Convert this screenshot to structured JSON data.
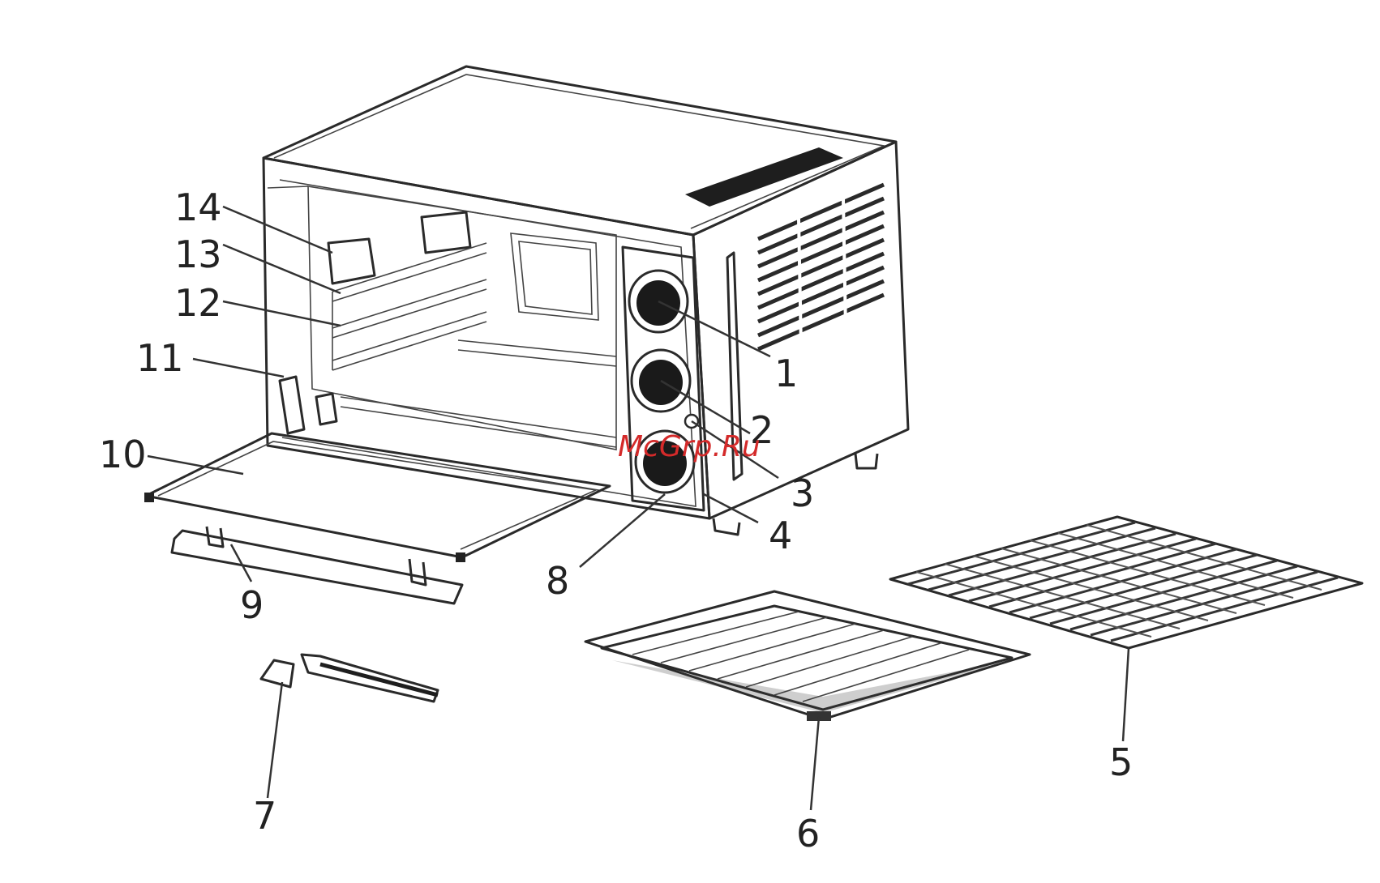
{
  "watermark": {
    "text": "McGrp.Ru",
    "color": "#d42a2a"
  },
  "diagram": {
    "subject": "toaster oven exploded parts diagram",
    "callouts": [
      {
        "id": "c1",
        "text": "1"
      },
      {
        "id": "c2",
        "text": "2"
      },
      {
        "id": "c3",
        "text": "3"
      },
      {
        "id": "c4",
        "text": "4"
      },
      {
        "id": "c5",
        "text": "5"
      },
      {
        "id": "c6",
        "text": "6"
      },
      {
        "id": "c7",
        "text": "7"
      },
      {
        "id": "c8",
        "text": "8"
      },
      {
        "id": "c9",
        "text": "9"
      },
      {
        "id": "c10",
        "text": "10"
      },
      {
        "id": "c11",
        "text": "11"
      },
      {
        "id": "c12",
        "text": "12"
      },
      {
        "id": "c13",
        "text": "13"
      },
      {
        "id": "c14",
        "text": "14"
      }
    ]
  }
}
